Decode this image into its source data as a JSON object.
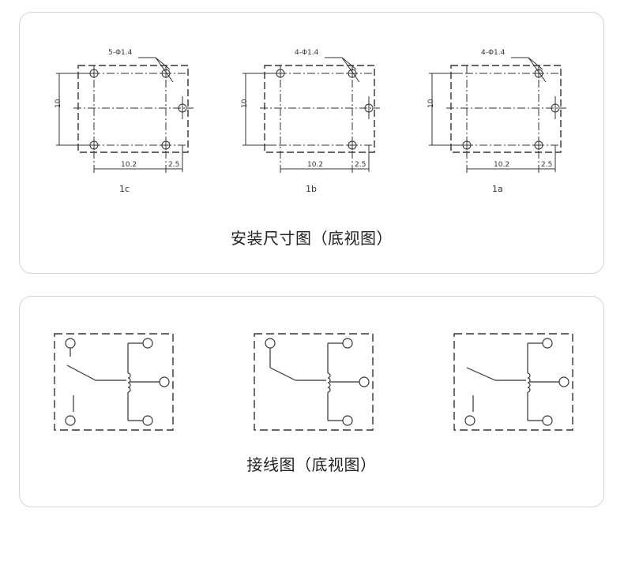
{
  "mounting": {
    "caption": "安装尺寸图（底视图）",
    "diagrams": [
      {
        "id": "1c",
        "label": "1c",
        "hole_spec": "5-Φ1.4",
        "height_dim": "10",
        "width_dim": "10.2",
        "offset_dim": "2.5"
      },
      {
        "id": "1b",
        "label": "1b",
        "hole_spec": "4-Φ1.4",
        "height_dim": "10",
        "width_dim": "10.2",
        "offset_dim": "2.5"
      },
      {
        "id": "1a",
        "label": "1a",
        "hole_spec": "4-Φ1.4",
        "height_dim": "10",
        "width_dim": "10.2",
        "offset_dim": "2.5"
      }
    ]
  },
  "wiring": {
    "caption": "接线图（底视图）",
    "diagrams": [
      {
        "id": "1c"
      },
      {
        "id": "1b"
      },
      {
        "id": "1a"
      }
    ]
  }
}
